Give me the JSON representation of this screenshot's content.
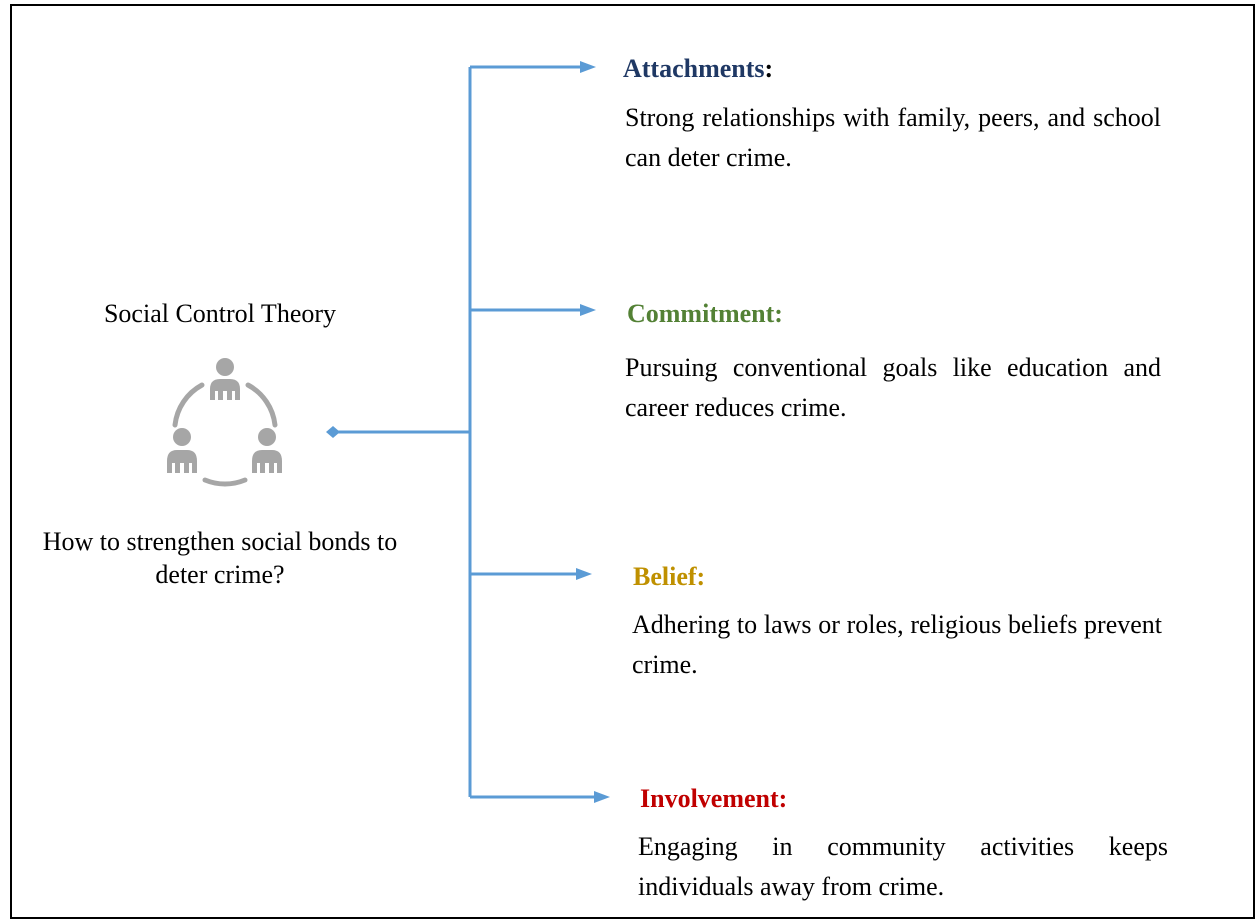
{
  "center": {
    "title": "Social Control Theory",
    "icon": "group-cycle-icon",
    "question": "How to strengthen social bonds to deter crime?"
  },
  "colors": {
    "connector": "#5b9bd5",
    "icon": "#a6a6a6",
    "attachments": "#1f3864",
    "commitment": "#538135",
    "belief": "#bf9000",
    "involvement": "#c00000"
  },
  "concepts": [
    {
      "heading": "Attachments",
      "colon": ":",
      "description": "Strong relationships with family, peers, and school can deter crime."
    },
    {
      "heading": "Commitment:",
      "description": "Pursuing conventional goals like education and career reduces crime."
    },
    {
      "heading": "Belief:",
      "description": "Adhering to laws or roles, religious beliefs prevent crime."
    },
    {
      "heading": "Involvement:",
      "description": "Engaging in community activities keeps individuals away from crime."
    }
  ]
}
